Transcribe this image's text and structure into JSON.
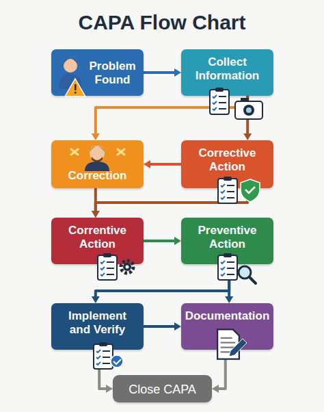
{
  "diagram": {
    "title": "CAPA Flow Chart",
    "nodes": [
      {
        "text": [
          "Problem Found"
        ]
      },
      {
        "text": [
          "Collect Information"
        ]
      },
      {
        "text": [
          "Correction"
        ]
      },
      {
        "text": [
          "Corrective Action"
        ]
      },
      {
        "text": [
          "Correntive Action"
        ]
      },
      {
        "text": [
          "Preventive Action"
        ]
      },
      {
        "text": [
          "Implement and Verify"
        ]
      },
      {
        "text": [
          "Documentation"
        ]
      },
      {
        "text": [
          "Close CAPA"
        ]
      }
    ],
    "edges": [
      {
        "from": 0,
        "to": 1,
        "arrow": "to"
      },
      {
        "from": 1,
        "to": 2,
        "arrow": "to"
      },
      {
        "from": 1,
        "to": 3,
        "arrow": "to"
      },
      {
        "from": 3,
        "to": 2,
        "arrow": "to"
      },
      {
        "from": 2,
        "to": 4,
        "arrow": "to"
      },
      {
        "from": 3,
        "to": 4,
        "arrow": "to"
      },
      {
        "from": 4,
        "to": 5,
        "arrow": "to"
      },
      {
        "from": 5,
        "to": 6,
        "arrow": "to"
      },
      {
        "from": 5,
        "to": 7,
        "arrow": "to"
      },
      {
        "from": 6,
        "to": 7,
        "arrow": "to"
      },
      {
        "from": 6,
        "to": 8,
        "arrow": "to"
      },
      {
        "from": 7,
        "to": 8,
        "arrow": "to"
      }
    ]
  }
}
